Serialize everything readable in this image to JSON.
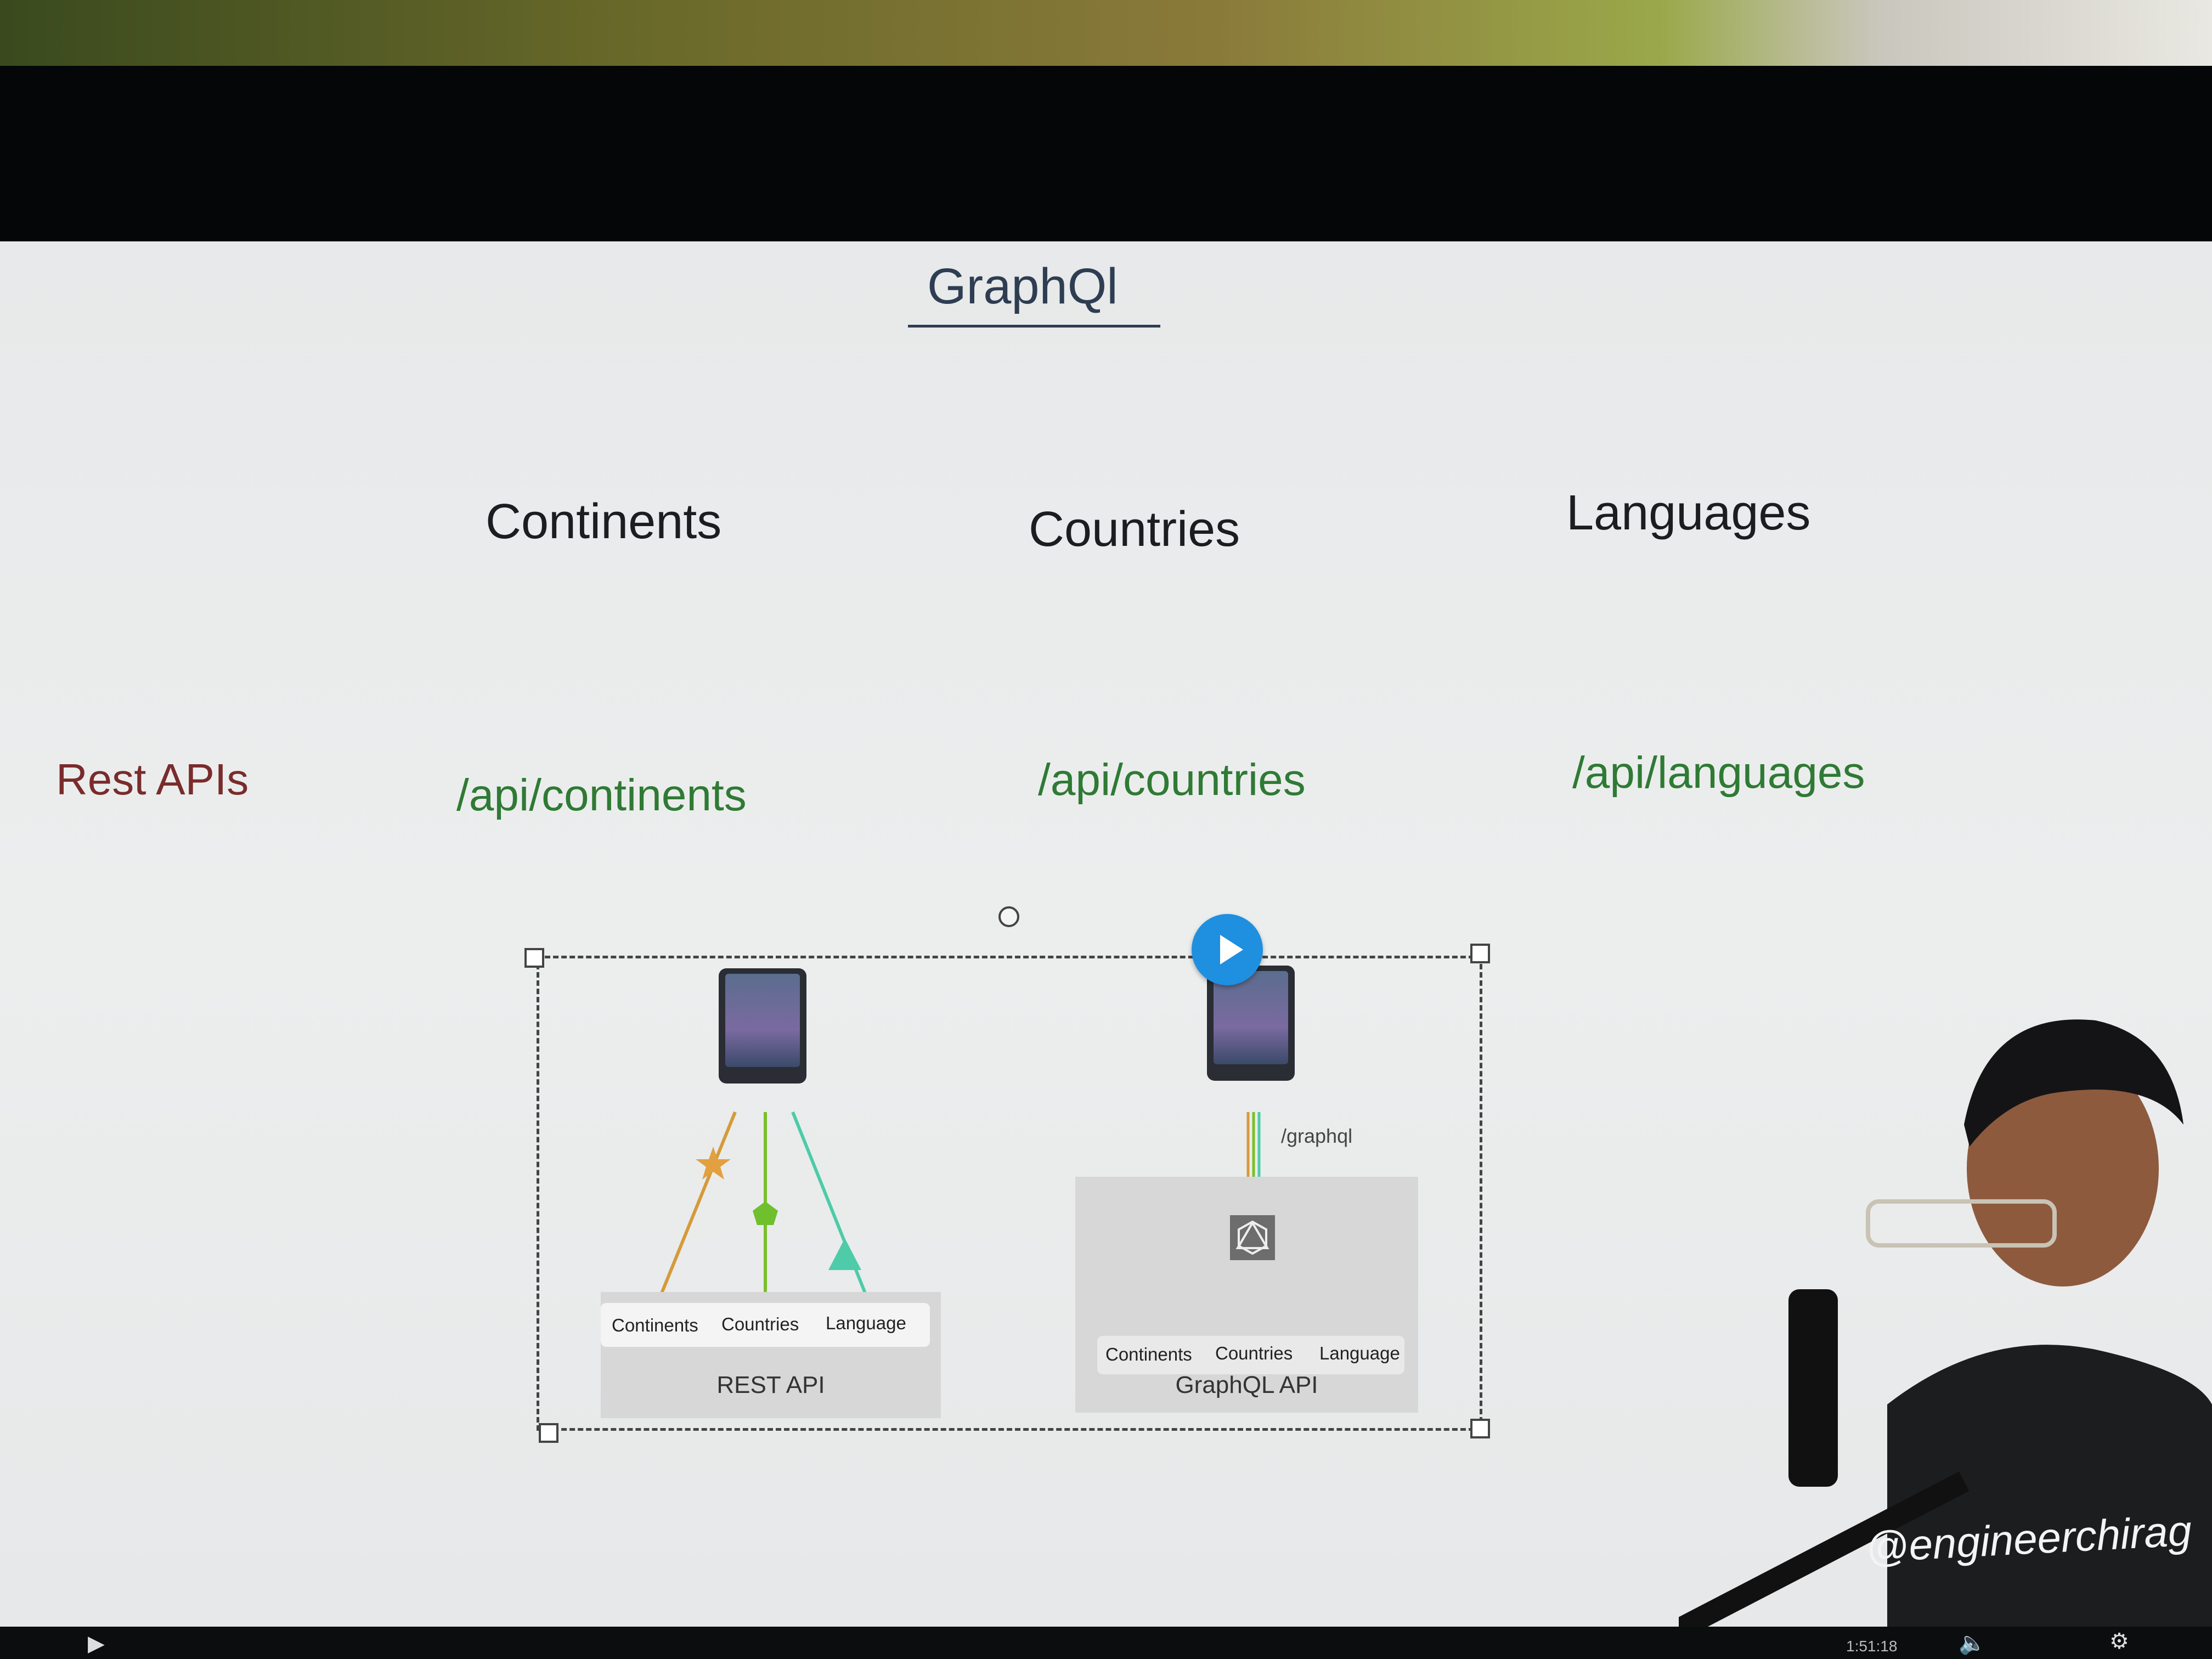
{
  "slide": {
    "title": "GraphQl",
    "columns": [
      "Continents",
      "Countries",
      "Languages"
    ],
    "row_label": "Rest APIs",
    "endpoints": [
      "/api/continents",
      "/api/countries",
      "/api/languages"
    ]
  },
  "diagram": {
    "rest": {
      "labels": [
        "Continents",
        "Countries",
        "Language"
      ],
      "caption": "REST API"
    },
    "graphql": {
      "path": "/graphql",
      "labels": [
        "Continents",
        "Countries",
        "Language"
      ],
      "caption": "GraphQL API"
    }
  },
  "video": {
    "watermark": "@engineerchirag",
    "timecode": "1:51:18"
  },
  "colors": {
    "endpoint_green": "#2f7a34",
    "row_label_red": "#7a2b2b",
    "title_blue": "#2e3d52",
    "play_blue": "#1f8fe0",
    "line_orange": "#d69a3a",
    "line_green": "#7bbf2a",
    "line_teal": "#4ecba8"
  },
  "icons": [
    "play-icon",
    "volume-icon",
    "settings-icon",
    "graphql-logo-icon",
    "phone-icon",
    "star-icon",
    "pentagon-icon",
    "triangle-icon"
  ]
}
